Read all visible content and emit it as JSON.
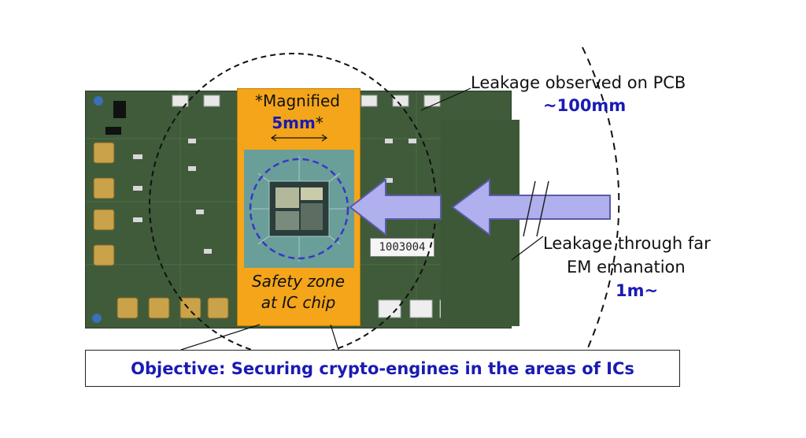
{
  "magnified_label": "*Magnified",
  "chip_size": "5mm",
  "chip_size_suffix": "*",
  "safety_zone": {
    "line1": "Safety zone",
    "line2": "at IC chip"
  },
  "pcb_leak": {
    "label": "Leakage observed on PCB",
    "range": "~100mm"
  },
  "em_leak": {
    "line1": "Leakage through far",
    "line2": "EM emanation",
    "range": "1m~"
  },
  "serial_label": "1003004",
  "objective": "Objective: Securing crypto-engines in the areas of ICs",
  "colors": {
    "accent_blue": "#1a1ab4",
    "arrow_fill": "#b0b0ee",
    "arrow_stroke": "#5a5aa8",
    "safety_zone_fill": "#f4a51a",
    "pcb_green": "#3f5b3a"
  },
  "icons": [
    "double-arrow-icon",
    "arrow-left-icon",
    "break-mark-icon"
  ]
}
